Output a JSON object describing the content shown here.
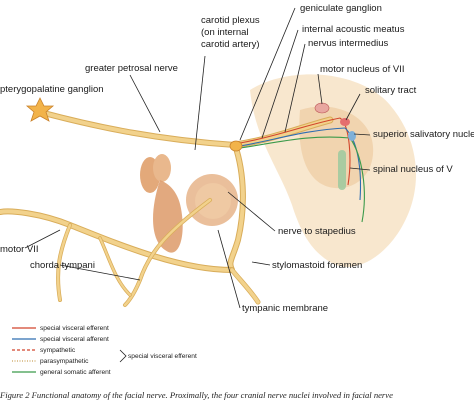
{
  "labels": {
    "geniculate_ganglion": "geniculate ganglion",
    "carotid_plexus_1": "carotid plexus",
    "carotid_plexus_2": "(on internal",
    "carotid_plexus_3": "carotid artery)",
    "internal_acoustic_meatus": "internal acoustic meatus",
    "nervus_intermedius": "nervus intermedius",
    "greater_petrosal_nerve": "greater petrosal nerve",
    "motor_nucleus_vii": "motor nucleus of VII",
    "pterygopalatine_ganglion": "pterygopalatine ganglion",
    "solitary_tract": "solitary tract",
    "superior_salivatory_nucleus": "superior salivatory nucleus",
    "spinal_nucleus_v": "spinal nucleus of V",
    "motor_vii": "motor VII",
    "nerve_to_stapedius": "nerve to stapedius",
    "chorda_tympani": "chorda tympani",
    "stylomastoid_foramen": "stylomastoid foramen",
    "tympanic_membrane": "tympanic membrane"
  },
  "legend": {
    "items": [
      {
        "label": "special visceral efferent",
        "color": "#d2452c",
        "style": "solid"
      },
      {
        "label": "special visceral afferent",
        "color": "#2f6db0",
        "style": "solid"
      },
      {
        "label": "sympathetic",
        "color": "#d2452c",
        "style": "dashed"
      },
      {
        "label": "parasympathetic",
        "color": "#c9a15a",
        "style": "dotted"
      },
      {
        "label": "general somatic afferent",
        "color": "#3b9a4a",
        "style": "solid"
      }
    ],
    "group_label": "special visceral efferent"
  },
  "caption": "Figure 2   Functional anatomy of the facial nerve. Proximally, the four cranial nerve nuclei involved in facial nerve",
  "colors": {
    "nerve": "#f2d28c",
    "nerve_edge": "#d9ad5a",
    "bone": "#f1d9b8",
    "brainstem": "#f7e4c9",
    "ossicle": "#e8b890"
  }
}
